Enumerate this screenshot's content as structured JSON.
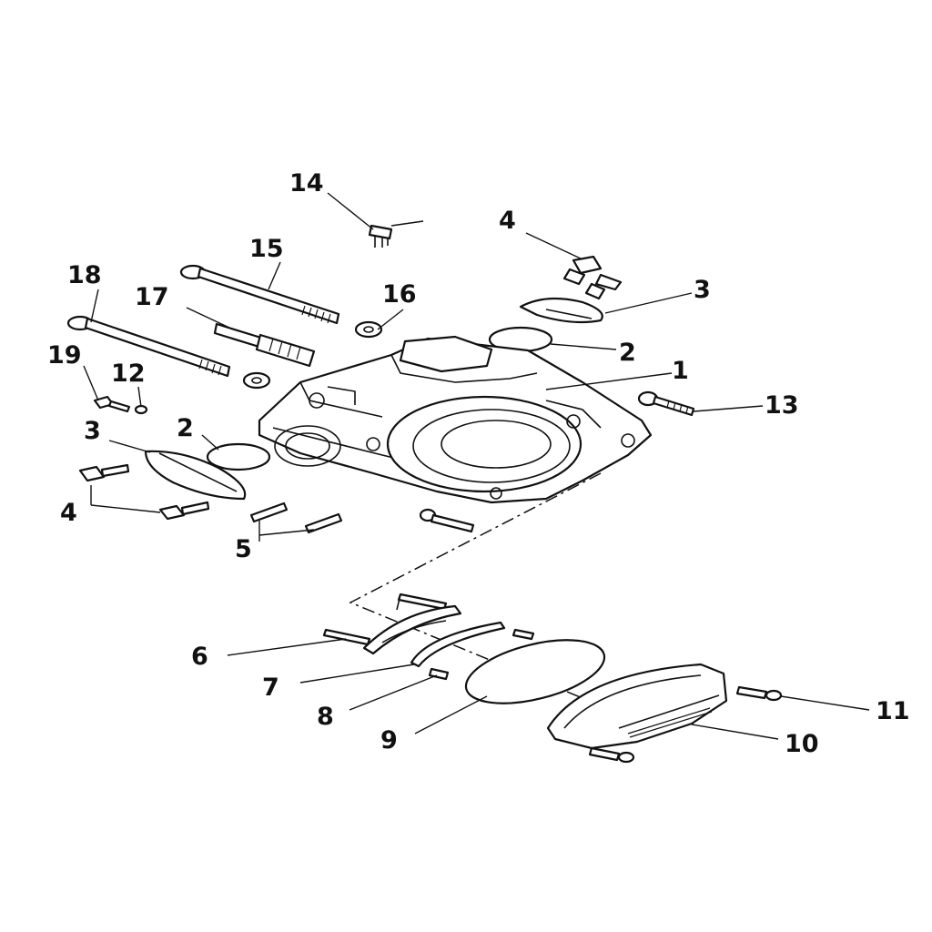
{
  "callouts": [
    {
      "label": "14"
    },
    {
      "label": "4"
    },
    {
      "label": "15"
    },
    {
      "label": "18"
    },
    {
      "label": "17"
    },
    {
      "label": "16"
    },
    {
      "label": "3"
    },
    {
      "label": "2"
    },
    {
      "label": "1"
    },
    {
      "label": "19"
    },
    {
      "label": "12"
    },
    {
      "label": "13"
    },
    {
      "label": "3"
    },
    {
      "label": "2"
    },
    {
      "label": "4"
    },
    {
      "label": "5"
    },
    {
      "label": "6"
    },
    {
      "label": "7"
    },
    {
      "label": "8"
    },
    {
      "label": "9"
    },
    {
      "label": "11"
    },
    {
      "label": "10"
    }
  ]
}
